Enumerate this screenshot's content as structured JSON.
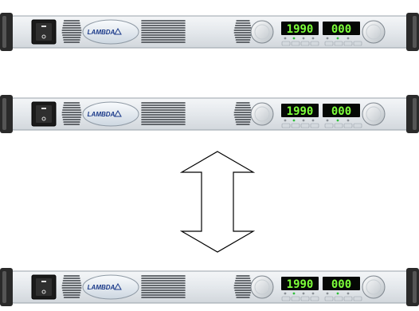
{
  "units": [
    {
      "voltage": "1990",
      "current": "000",
      "brand": "LAMBDA"
    },
    {
      "voltage": "1990",
      "current": "000",
      "brand": "LAMBDA"
    },
    {
      "voltage": "1990",
      "current": "000",
      "brand": "LAMBDA"
    }
  ],
  "colors": {
    "panel": "#e9ecef",
    "lcd_background": "#050805",
    "lcd_digits": "#7dff3a",
    "handle": "#2a2a2a",
    "arrow_stroke": "#000000"
  },
  "icons": {
    "power_switch": "rocker-switch-icon",
    "vents": "vent-grille-icon",
    "knobs": "rotary-knob-icon",
    "arrow": "double-headed-vertical-arrow-icon"
  }
}
